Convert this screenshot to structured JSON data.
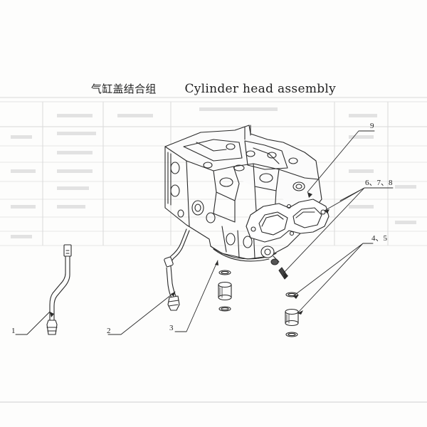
{
  "title": {
    "chinese": "气缸盖结合组",
    "english": "Cylinder head assembly"
  },
  "callouts": [
    {
      "id": "callout-1",
      "label": "1"
    },
    {
      "id": "callout-2",
      "label": "2"
    },
    {
      "id": "callout-3",
      "label": "3"
    },
    {
      "id": "callout-4-5",
      "label": "4、5"
    },
    {
      "id": "callout-6-7-8",
      "label": "6、7、8"
    },
    {
      "id": "callout-9",
      "label": "9"
    }
  ],
  "colors": {
    "ink": "#2a2a2a",
    "faint_table": "#d6d6d6",
    "paper": "#fdfdfc"
  }
}
